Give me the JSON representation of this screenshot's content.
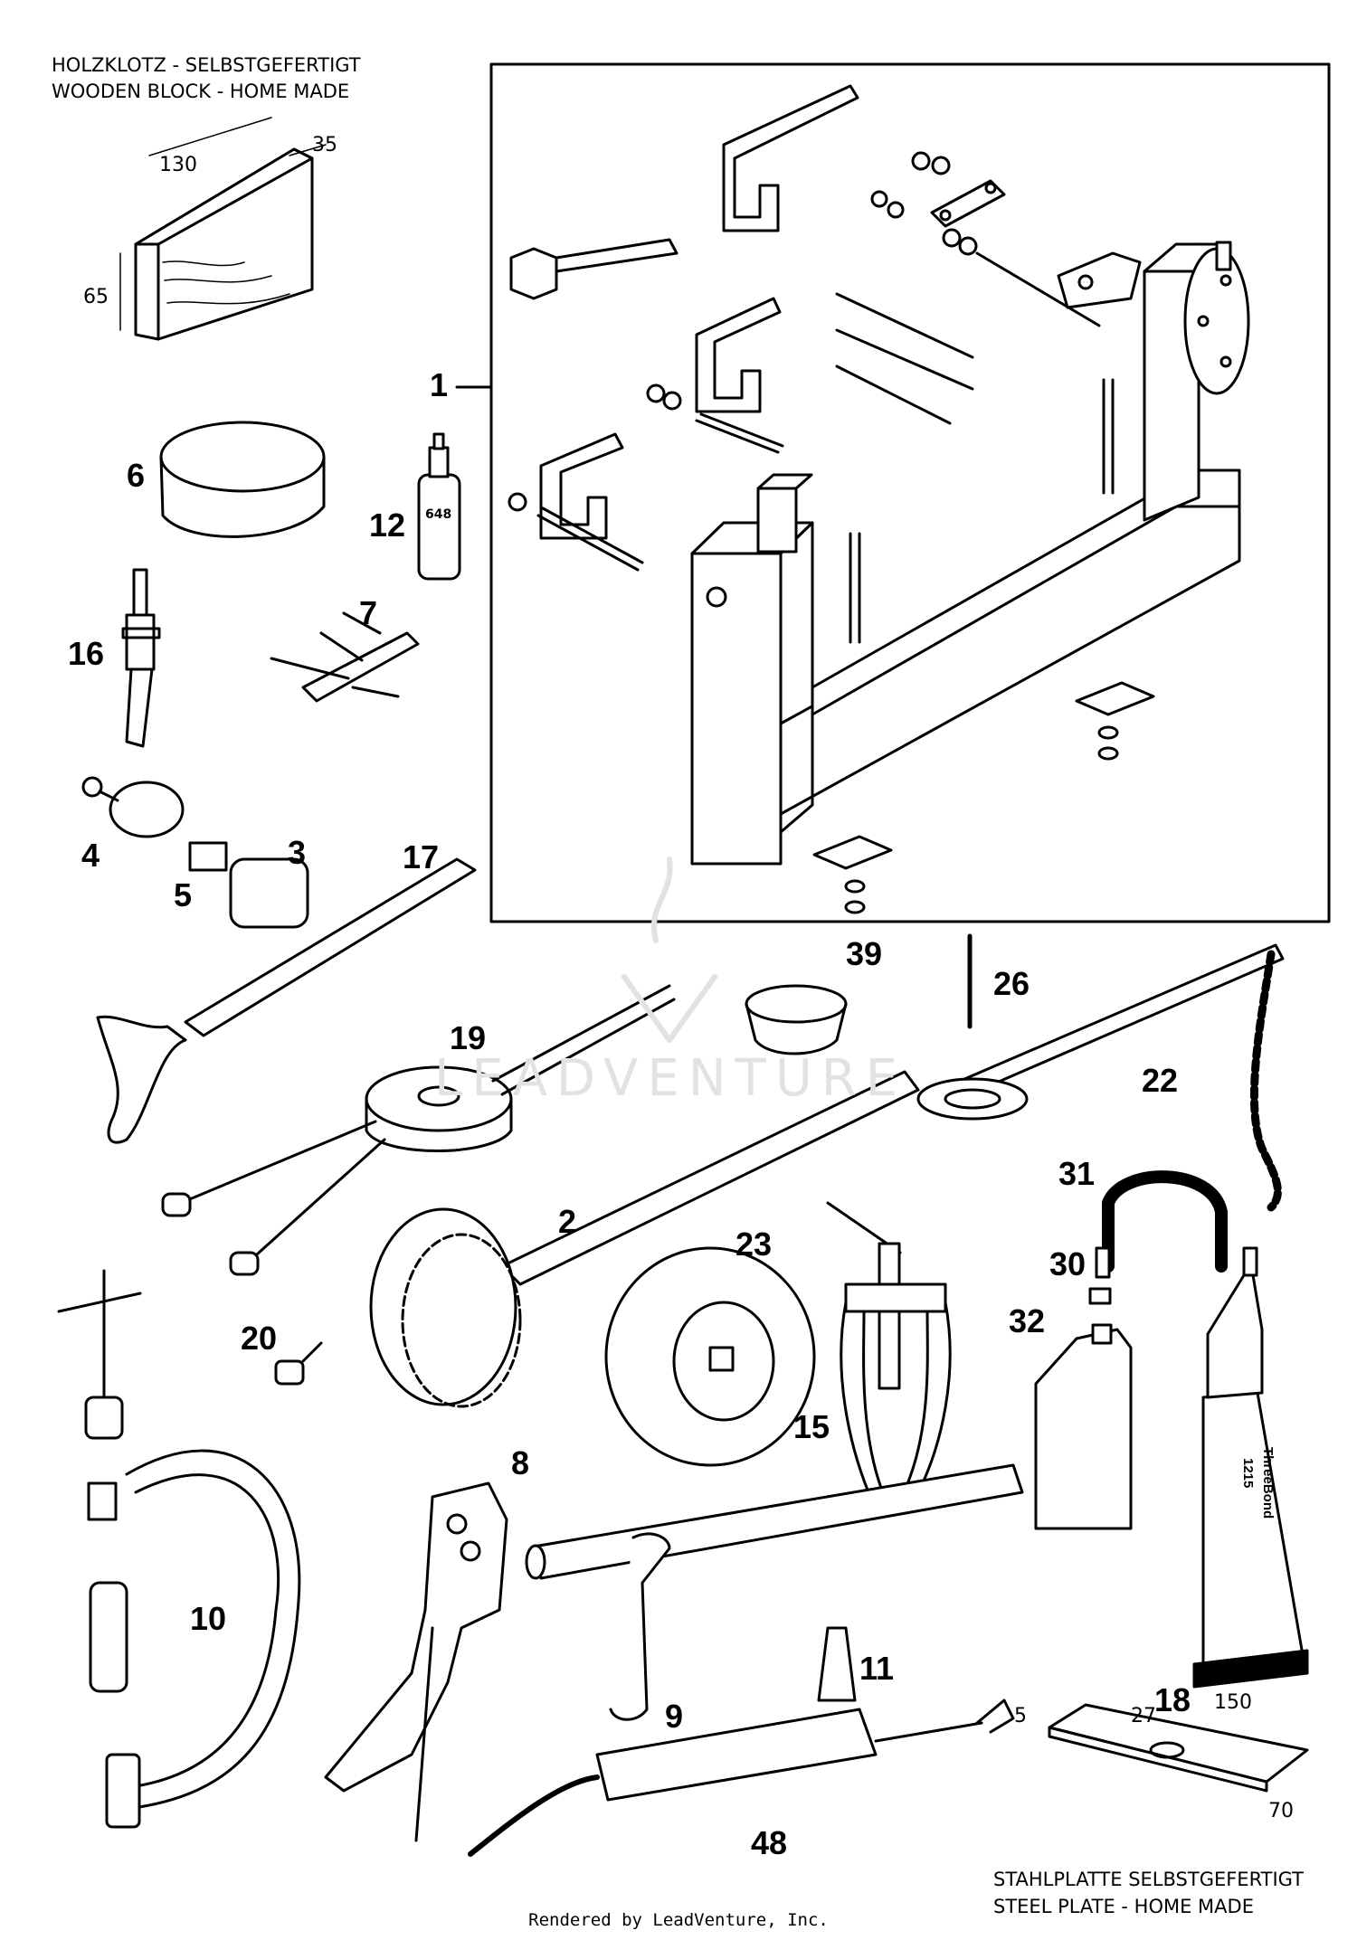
{
  "notes": {
    "wooden_block_de": "HOLZKLOTZ - SELBSTGEFERTIGT",
    "wooden_block_en": "WOODEN BLOCK - HOME MADE",
    "steel_plate_de": "STAHLPLATTE   SELBSTGEFERTIGT",
    "steel_plate_en": "STEEL PLATE - HOME MADE"
  },
  "dimensions": {
    "block_length": "130",
    "block_width": "35",
    "block_height": "65",
    "plate_thickness": "5",
    "plate_hole": "27",
    "plate_length": "150",
    "plate_width": "70"
  },
  "callouts": {
    "c1": "1",
    "c2": "2",
    "c3": "3",
    "c4": "4",
    "c5": "5",
    "c6": "6",
    "c7": "7",
    "c8": "8",
    "c9": "9",
    "c10": "10",
    "c11": "11",
    "c12": "12",
    "c15": "15",
    "c16": "16",
    "c17": "17",
    "c18": "18",
    "c19": "19",
    "c20": "20",
    "c22": "22",
    "c23": "23",
    "c26": "26",
    "c30": "30",
    "c31": "31",
    "c32": "32",
    "c39": "39",
    "c48": "48"
  },
  "product_labels": {
    "tube_brand": "ThreeBond",
    "tube_code": "1215",
    "loctite_code": "648"
  },
  "watermark": "LEADVENTURE",
  "footer": "Rendered by LeadVenture, Inc.",
  "colors": {
    "line": "#000000",
    "background": "#ffffff",
    "watermark": "#e2e2e2"
  }
}
